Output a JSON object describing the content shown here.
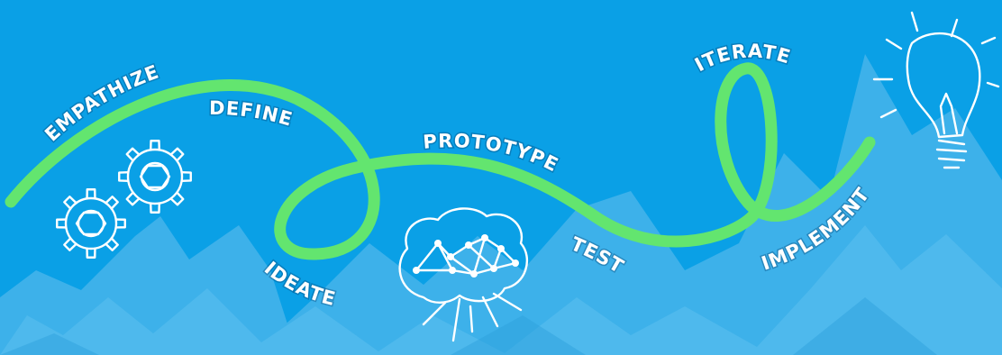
{
  "colors": {
    "background": "#0aa0e6",
    "mountains": "#3db1ea",
    "mountains_light": "#5cc0ef",
    "path": "#63e56f",
    "text": "#ffffff"
  },
  "stages": {
    "empathize": "EMPATHIZE",
    "define": "DEFINE",
    "ideate": "IDEATE",
    "prototype": "PROTOTYPE",
    "test": "TEST",
    "iterate": "ITERATE",
    "implement": "IMPLEMENT"
  },
  "icons": {
    "gears": "gears-icon",
    "brain": "brain-network-icon",
    "lightbulb": "lightbulb-icon"
  }
}
